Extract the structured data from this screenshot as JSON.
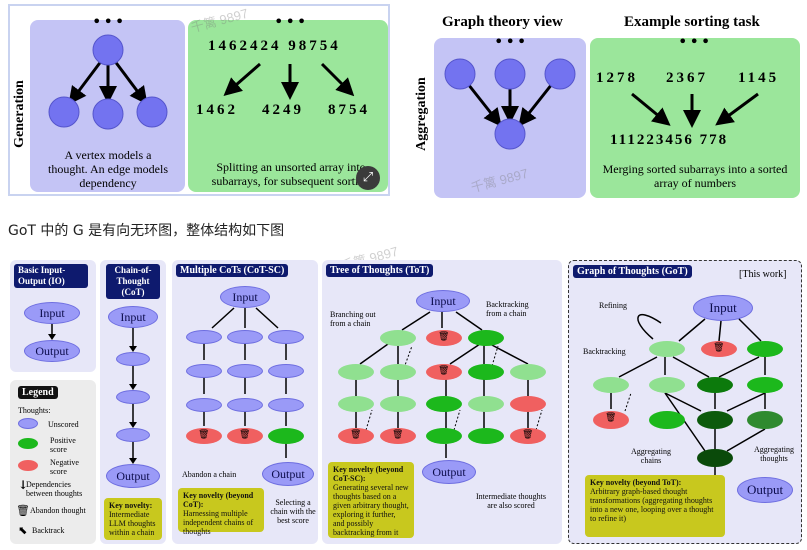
{
  "top": {
    "generation_label": "Generation",
    "aggregation_label": "Aggregation",
    "graph_theory_title": "Graph theory view",
    "sorting_title": "Example sorting task",
    "vertex_caption": "A vertex models a thought. An edge models dependency",
    "split_array": "1462424 98754",
    "split_parts": [
      "1462",
      "4249",
      "8754"
    ],
    "split_caption": "Splitting an unsorted array into subarrays, for subsequent sorting",
    "merge_parts": [
      "1278",
      "2367",
      "1145"
    ],
    "merge_result": "111223456 778",
    "merge_caption": "Merging sorted subarrays into a sorted array of numbers",
    "ellipsis": "•••",
    "watermark": "千篱 9897"
  },
  "subtitle": "GoT 中的 G 是有向无环图，整体结构如下图",
  "bottom": {
    "io": {
      "title": "Basic Input-Output (IO)",
      "input": "Input",
      "output": "Output"
    },
    "cot": {
      "title": "Chain-of-Thought (CoT)",
      "input": "Input",
      "output": "Output",
      "novelty_title": "Key novelty:",
      "novelty_text": "Intermediate LLM thoughts within a chain"
    },
    "cotsc": {
      "title": "Multiple CoTs (CoT-SC)",
      "input": "Input",
      "output": "Output",
      "abandon": "Abandon a chain",
      "selecting": "Selecting a chain with the best score",
      "novelty_title": "Key novelty (beyond CoT):",
      "novelty_text": "Harnessing multiple independent chains of thoughts"
    },
    "tot": {
      "title": "Tree of Thoughts (ToT)",
      "input": "Input",
      "output": "Output",
      "branching": "Branching out from a chain",
      "backtracking": "Backtracking from a chain",
      "intermediate": "Intermediate thoughts are also scored",
      "novelty_title": "Key novelty (beyond CoT-SC):",
      "novelty_text": "Generating several new thoughts based on a given arbitrary thought, exploring it further, and possibly backtracking from it"
    },
    "got": {
      "title": "Graph of Thoughts (GoT)",
      "this_work": "[This work]",
      "input": "Input",
      "output": "Output",
      "refining": "Refining",
      "backtracking": "Backtracking",
      "agg_chains": "Aggregating chains",
      "agg_thoughts": "Aggregating thoughts",
      "novelty_title": "Key novelty (beyond ToT):",
      "novelty_text": "Arbitrary graph-based thought transformations (aggregating thoughts into a new one, looping over a thought to refine it)"
    },
    "legend": {
      "title": "Legend",
      "thoughts": "Thoughts:",
      "unscored": "Unscored",
      "positive": "Positive score",
      "negative": "Negative score",
      "dependencies": "Dependencies between thoughts",
      "abandon": "Abandon thought",
      "backtrack": "Backtrack"
    }
  }
}
